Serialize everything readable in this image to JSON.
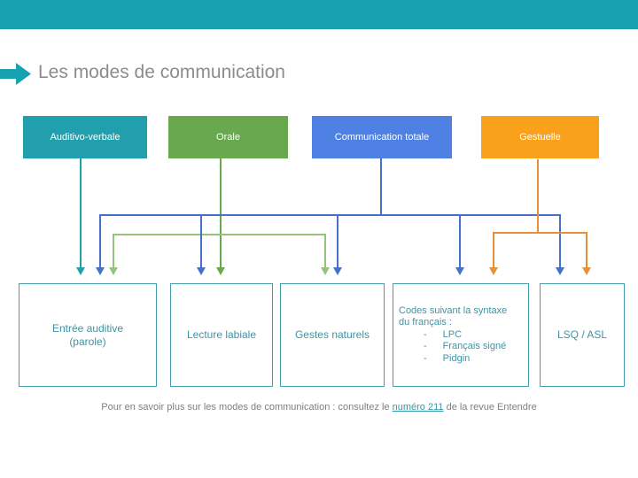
{
  "slide": {
    "title": "Les modes de communication"
  },
  "top_boxes": [
    {
      "label": "Auditivo-verbale",
      "color": "#229FAC"
    },
    {
      "label": "Orale",
      "color": "#6AA84F"
    },
    {
      "label": "Communication totale",
      "color": "#4F81E5"
    },
    {
      "label": "Gestuelle",
      "color": "#F9A11B"
    }
  ],
  "bottom_boxes": [
    {
      "line1": "Entrée auditive",
      "line2": "(parole)"
    },
    {
      "label": "Lecture labiale"
    },
    {
      "label": "Gestes naturels"
    },
    {
      "label": "LSQ / ASL"
    }
  ],
  "codes_box": {
    "intro_line1": "Codes suivant la syntaxe",
    "intro_line2": "du français :",
    "bullet": "-",
    "items": [
      "LPC",
      "Français signé",
      "Pidgin"
    ]
  },
  "footer": {
    "text_before": "Pour en savoir plus sur les modes de communication : consultez le ",
    "link_text": "numéro 211",
    "text_after": " de la revue Entendre"
  },
  "colors": {
    "accent_bar_teal": "#18A1B0",
    "box_teal": "#229FAC",
    "box_green": "#6AA84F",
    "box_blue": "#4F81E5",
    "box_orange": "#F9A11B",
    "connector_teal": "#229FAC",
    "connector_green": "#6AA84F",
    "connector_light_green": "#93C47D",
    "connector_blue": "#4472C4",
    "connector_orange": "#E69138",
    "bottom_box_border": "#459EAC",
    "bottom_box_text": "#3E93A3",
    "title_gray": "#8C8C8C",
    "footer_gray": "#7F7F7F",
    "footer_link_teal": "#2E9BAA"
  }
}
